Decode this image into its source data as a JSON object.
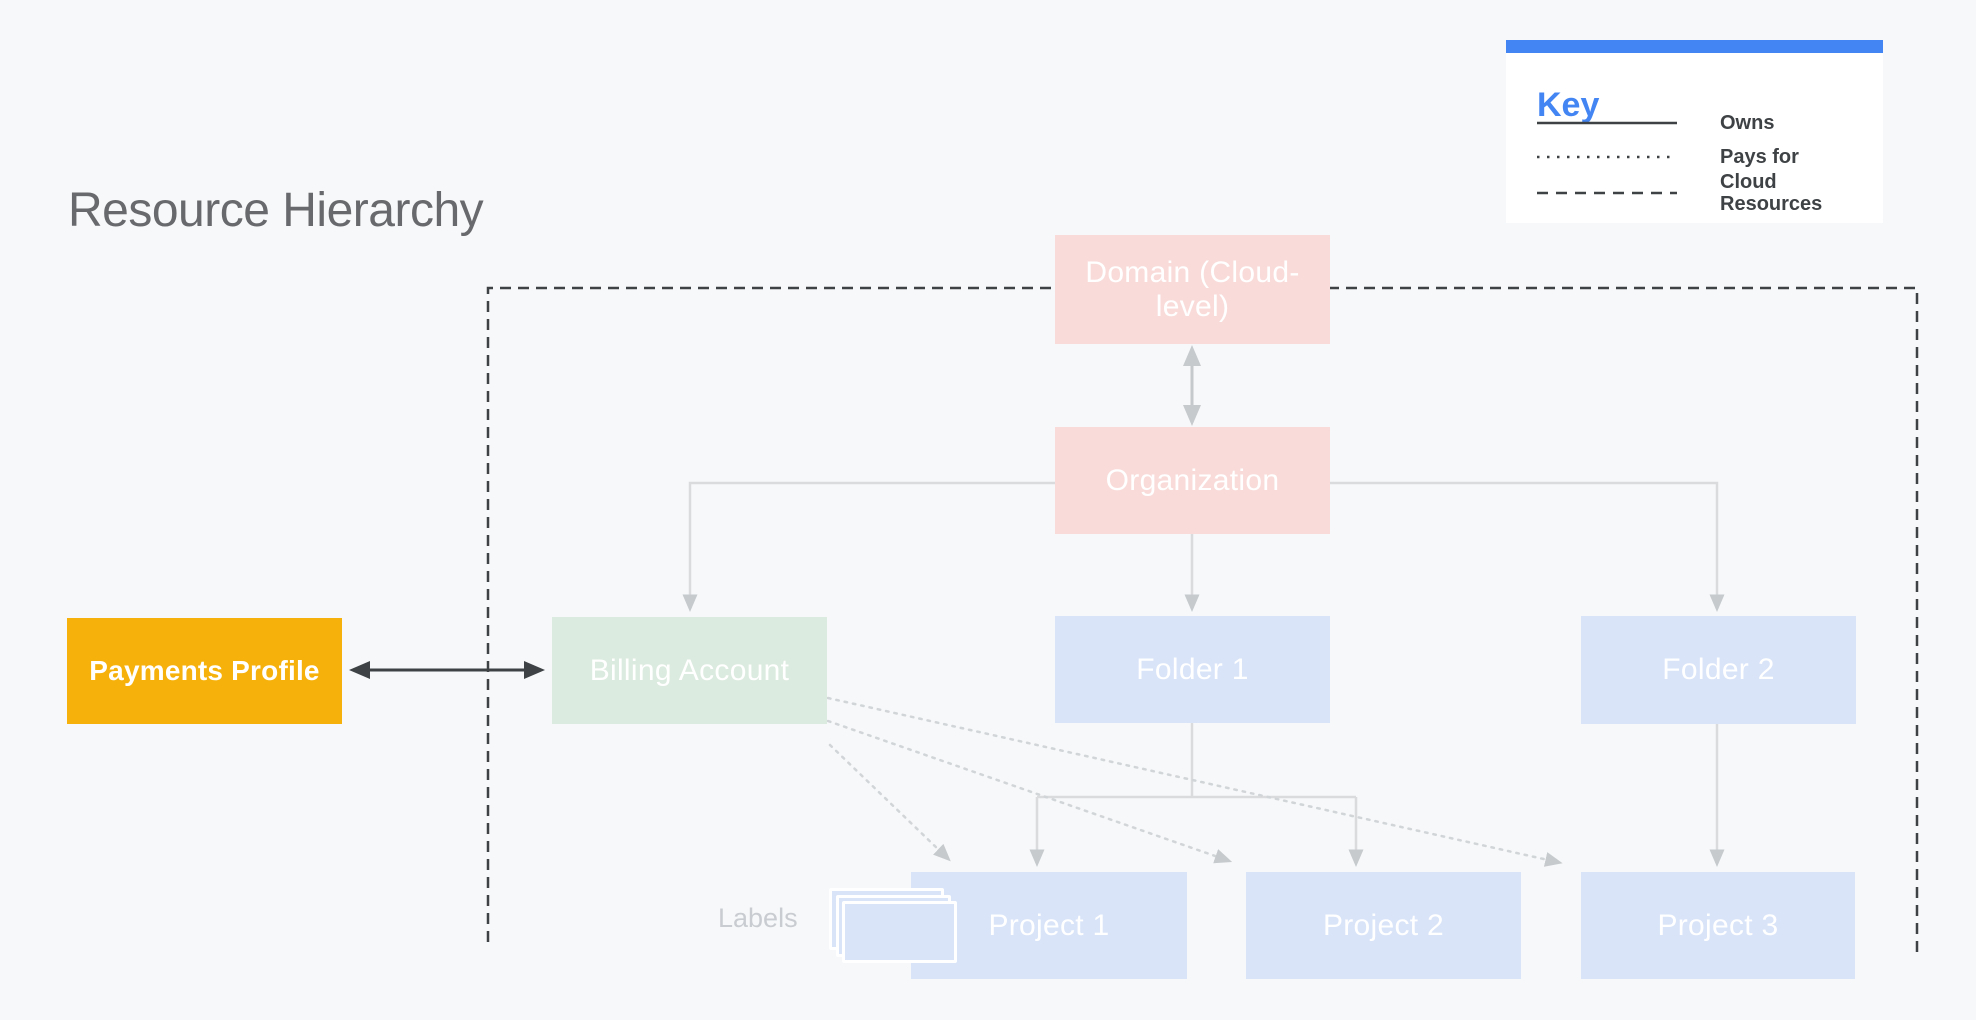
{
  "title": "Resource Hierarchy",
  "legend": {
    "title": "Key",
    "items": [
      {
        "style": "solid",
        "label": "Owns"
      },
      {
        "style": "dotted",
        "label": "Pays for"
      },
      {
        "style": "dashed",
        "label": "Cloud Resources"
      }
    ]
  },
  "nodes": {
    "domain": {
      "label": "Domain (Cloud-level)",
      "color": "#f9dcda"
    },
    "organization": {
      "label": "Organization",
      "color": "#f9dcda"
    },
    "billing_account": {
      "label": "Billing Account",
      "color": "#dcebdf"
    },
    "folder1": {
      "label": "Folder 1",
      "color": "#d9e4f9"
    },
    "folder2": {
      "label": "Folder 2",
      "color": "#d9e4f9"
    },
    "project1": {
      "label": "Project 1",
      "color": "#d9e4f9"
    },
    "project2": {
      "label": "Project 2",
      "color": "#d9e4f9"
    },
    "project3": {
      "label": "Project 3",
      "color": "#d9e4f9"
    },
    "payments_profile": {
      "label": "Payments Profile",
      "color": "#f6b10b"
    }
  },
  "annotations": {
    "labels_caption": "Labels"
  },
  "colors": {
    "background": "#f6f8f9",
    "node_red": "#f9dcda",
    "node_green": "#dcebdf",
    "node_blue": "#d9e4f9",
    "node_yellow": "#f6b10b",
    "node_text": "#ffffff",
    "accent_blue": "#4385f3",
    "dark_line": "#3f4245",
    "light_line": "#dadbdd",
    "arrow_light": "#c7cacd",
    "dotted_line": "#d2d5d8",
    "title_text": "#67696c",
    "labels_text": "#c9ccd1",
    "legend_text": "#3f4245"
  }
}
